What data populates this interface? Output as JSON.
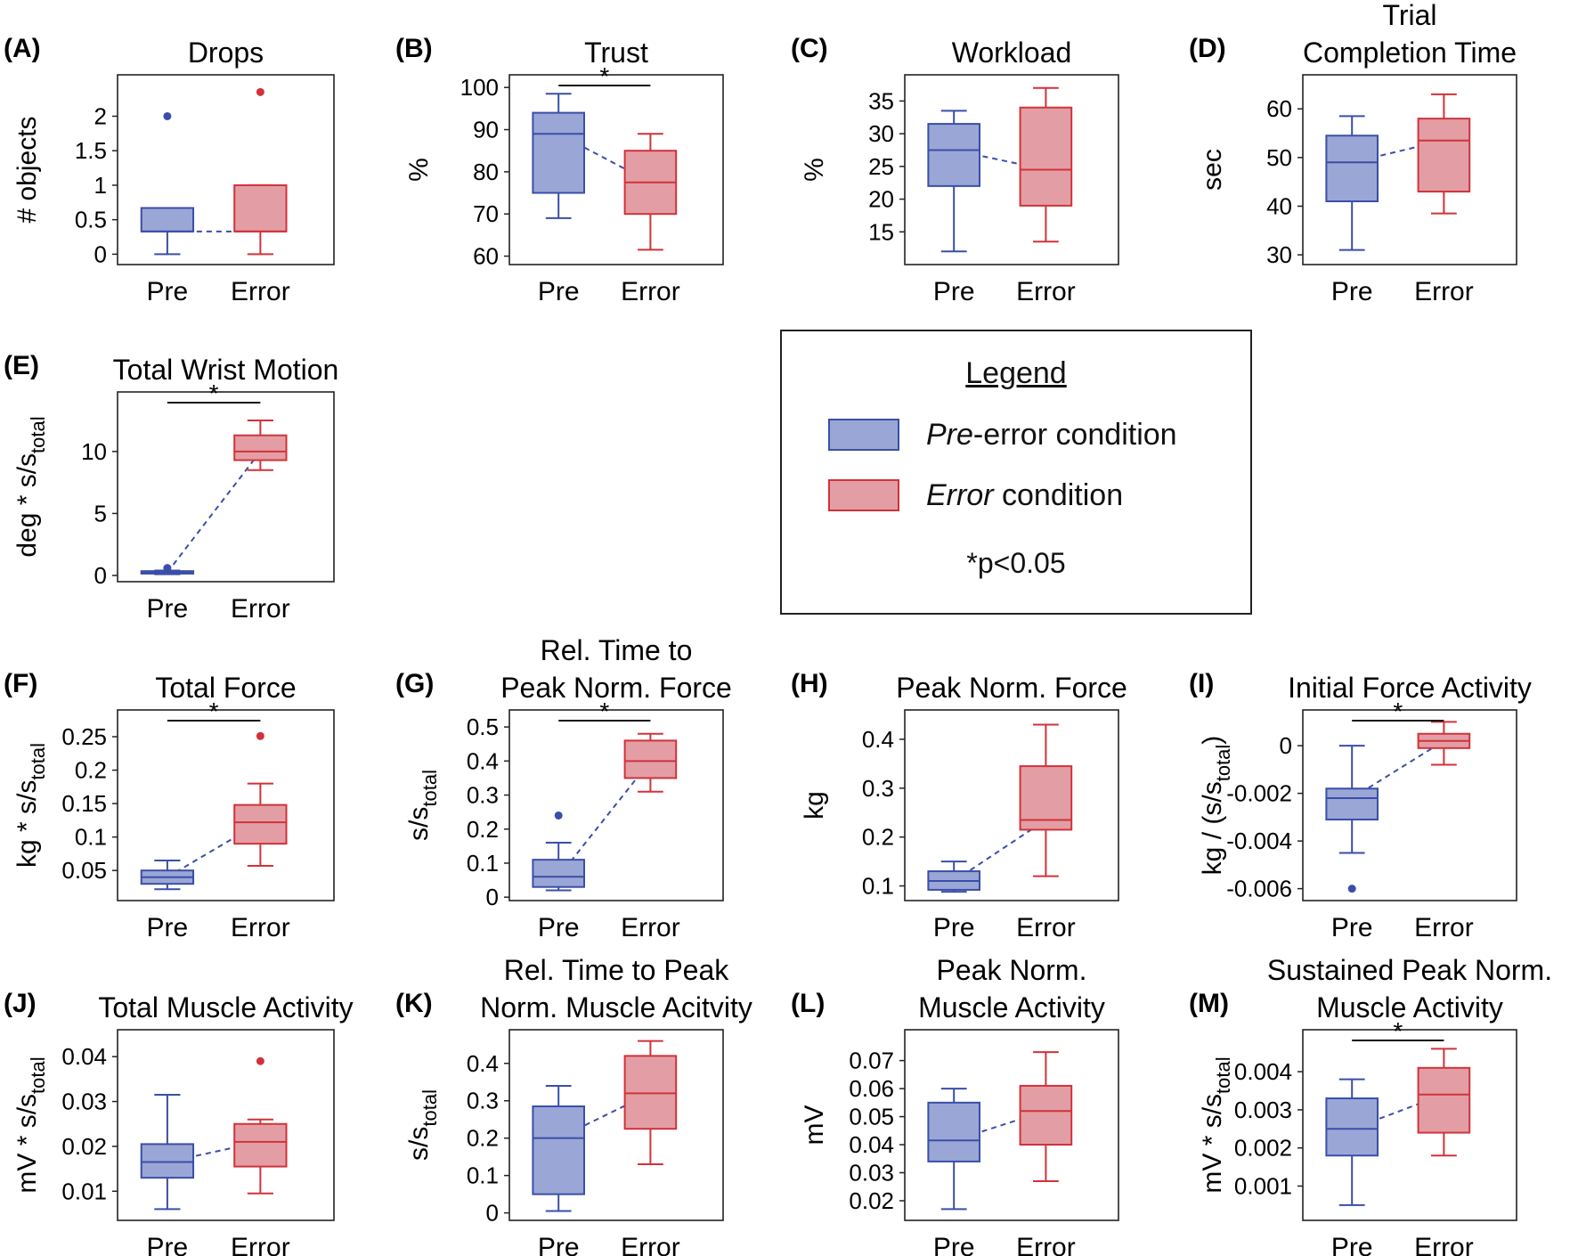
{
  "colors": {
    "pre_fill": "#9aa7d6",
    "pre_line": "#3a4ea8",
    "err_fill": "#e39ea5",
    "err_line": "#d1323a",
    "connector": "#3a4ea8"
  },
  "legend": {
    "title": "Legend",
    "pre_emph": "Pre",
    "pre_rest": "-error condition",
    "err_emph": "Error",
    "err_rest": " condition",
    "note": "*p<0.05"
  },
  "chart_data": [
    {
      "id": "A",
      "panel_label": "(A)",
      "type": "box",
      "title": [
        "Drops"
      ],
      "ylabel": "# objects",
      "ylim": [
        -0.15,
        2.6
      ],
      "yticks": [
        0,
        0.5,
        1,
        1.5,
        2
      ],
      "ytick_labels": [
        "0",
        "0.5",
        "1",
        "1.5",
        "2"
      ],
      "categories": [
        "Pre",
        "Error"
      ],
      "significant": false,
      "boxes": [
        {
          "name": "Pre",
          "whislo": 0,
          "q1": 0.33,
          "median": 0.33,
          "q3": 0.67,
          "whishi": 0.67,
          "outliers": [
            2
          ]
        },
        {
          "name": "Error",
          "whislo": 0,
          "q1": 0.33,
          "median": 0.33,
          "q3": 1.0,
          "whishi": 1.0,
          "outliers": [
            2.35
          ]
        }
      ]
    },
    {
      "id": "B",
      "panel_label": "(B)",
      "type": "box",
      "title": [
        "Trust"
      ],
      "ylabel": "%",
      "ylim": [
        58,
        103
      ],
      "yticks": [
        60,
        70,
        80,
        90,
        100
      ],
      "ytick_labels": [
        "60",
        "70",
        "80",
        "90",
        "100"
      ],
      "categories": [
        "Pre",
        "Error"
      ],
      "significant": true,
      "boxes": [
        {
          "name": "Pre",
          "whislo": 69,
          "q1": 75,
          "median": 89,
          "q3": 94,
          "whishi": 98.5,
          "outliers": []
        },
        {
          "name": "Error",
          "whislo": 61.5,
          "q1": 70,
          "median": 77.5,
          "q3": 85,
          "whishi": 89,
          "outliers": []
        }
      ]
    },
    {
      "id": "C",
      "panel_label": "(C)",
      "type": "box",
      "title": [
        "Workload"
      ],
      "ylabel": "%",
      "ylim": [
        10,
        39
      ],
      "yticks": [
        15,
        20,
        25,
        30,
        35
      ],
      "ytick_labels": [
        "15",
        "20",
        "25",
        "30",
        "35"
      ],
      "categories": [
        "Pre",
        "Error"
      ],
      "significant": false,
      "boxes": [
        {
          "name": "Pre",
          "whislo": 12,
          "q1": 22,
          "median": 27.5,
          "q3": 31.5,
          "whishi": 33.5,
          "outliers": []
        },
        {
          "name": "Error",
          "whislo": 13.5,
          "q1": 19,
          "median": 24.5,
          "q3": 34,
          "whishi": 37,
          "outliers": []
        }
      ]
    },
    {
      "id": "D",
      "panel_label": "(D)",
      "type": "box",
      "title": [
        "Trial",
        "Completion Time"
      ],
      "ylabel": "sec",
      "ylim": [
        28,
        67
      ],
      "yticks": [
        30,
        40,
        50,
        60
      ],
      "ytick_labels": [
        "30",
        "40",
        "50",
        "60"
      ],
      "categories": [
        "Pre",
        "Error"
      ],
      "significant": false,
      "boxes": [
        {
          "name": "Pre",
          "whislo": 31,
          "q1": 41,
          "median": 49,
          "q3": 54.5,
          "whishi": 58.5,
          "outliers": []
        },
        {
          "name": "Error",
          "whislo": 38.5,
          "q1": 43,
          "median": 53.5,
          "q3": 58,
          "whishi": 63,
          "outliers": []
        }
      ]
    },
    {
      "id": "E",
      "panel_label": "(E)",
      "type": "box",
      "title": [
        "Total Wrist Motion"
      ],
      "ylabel": "deg * s/s",
      "ylabel_sub": "total",
      "ylim": [
        -0.5,
        14.8
      ],
      "yticks": [
        0,
        5,
        10
      ],
      "ytick_labels": [
        "0",
        "5",
        "10"
      ],
      "categories": [
        "Pre",
        "Error"
      ],
      "significant": true,
      "boxes": [
        {
          "name": "Pre",
          "whislo": 0.1,
          "q1": 0.15,
          "median": 0.25,
          "q3": 0.35,
          "whishi": 0.4,
          "outliers": [
            0.6
          ]
        },
        {
          "name": "Error",
          "whislo": 8.5,
          "q1": 9.3,
          "median": 10,
          "q3": 11.3,
          "whishi": 12.5,
          "outliers": []
        }
      ]
    },
    {
      "id": "F",
      "panel_label": "(F)",
      "type": "box",
      "title": [
        "Total Force"
      ],
      "ylabel": "kg * s/s",
      "ylabel_sub": "total",
      "ylim": [
        0.005,
        0.29
      ],
      "yticks": [
        0.05,
        0.1,
        0.15,
        0.2,
        0.25
      ],
      "ytick_labels": [
        "0.05",
        "0.1",
        "0.15",
        "0.2",
        "0.25"
      ],
      "categories": [
        "Pre",
        "Error"
      ],
      "significant": true,
      "boxes": [
        {
          "name": "Pre",
          "whislo": 0.022,
          "q1": 0.03,
          "median": 0.04,
          "q3": 0.05,
          "whishi": 0.065,
          "outliers": []
        },
        {
          "name": "Error",
          "whislo": 0.057,
          "q1": 0.09,
          "median": 0.122,
          "q3": 0.148,
          "whishi": 0.18,
          "outliers": [
            0.251
          ]
        }
      ]
    },
    {
      "id": "G",
      "panel_label": "(G)",
      "type": "box",
      "title": [
        "Rel. Time to",
        "Peak Norm. Force"
      ],
      "ylabel": "s/s",
      "ylabel_sub": "total",
      "ylim": [
        -0.01,
        0.55
      ],
      "yticks": [
        0,
        0.1,
        0.2,
        0.3,
        0.4,
        0.5
      ],
      "ytick_labels": [
        "0",
        "0.1",
        "0.2",
        "0.3",
        "0.4",
        "0.5"
      ],
      "categories": [
        "Pre",
        "Error"
      ],
      "significant": true,
      "boxes": [
        {
          "name": "Pre",
          "whislo": 0.02,
          "q1": 0.03,
          "median": 0.06,
          "q3": 0.11,
          "whishi": 0.16,
          "outliers": [
            0.24
          ]
        },
        {
          "name": "Error",
          "whislo": 0.31,
          "q1": 0.35,
          "median": 0.4,
          "q3": 0.46,
          "whishi": 0.48,
          "outliers": []
        }
      ]
    },
    {
      "id": "H",
      "panel_label": "(H)",
      "type": "box",
      "title": [
        "Peak Norm. Force"
      ],
      "ylabel": "kg",
      "ylim": [
        0.07,
        0.46
      ],
      "yticks": [
        0.1,
        0.2,
        0.3,
        0.4
      ],
      "ytick_labels": [
        "0.1",
        "0.2",
        "0.3",
        "0.4"
      ],
      "categories": [
        "Pre",
        "Error"
      ],
      "significant": false,
      "boxes": [
        {
          "name": "Pre",
          "whislo": 0.088,
          "q1": 0.092,
          "median": 0.11,
          "q3": 0.13,
          "whishi": 0.15,
          "outliers": []
        },
        {
          "name": "Error",
          "whislo": 0.12,
          "q1": 0.215,
          "median": 0.235,
          "q3": 0.345,
          "whishi": 0.43,
          "outliers": []
        }
      ]
    },
    {
      "id": "I",
      "panel_label": "(I)",
      "type": "box",
      "title": [
        "Initial Force Activity"
      ],
      "ylabel": "kg /  (s/s",
      "ylabel_sub": "total",
      "ylabel_end": ")",
      "ylim": [
        -0.0065,
        0.0015
      ],
      "yticks": [
        -0.006,
        -0.004,
        -0.002,
        0
      ],
      "ytick_labels": [
        "-0.006",
        "-0.004",
        "-0.002",
        "0"
      ],
      "categories": [
        "Pre",
        "Error"
      ],
      "significant": true,
      "boxes": [
        {
          "name": "Pre",
          "whislo": -0.0045,
          "q1": -0.0031,
          "median": -0.0022,
          "q3": -0.0018,
          "whishi": 0.0,
          "outliers": [
            -0.006
          ]
        },
        {
          "name": "Error",
          "whislo": -0.0008,
          "q1": -0.0001,
          "median": 0.0002,
          "q3": 0.0005,
          "whishi": 0.001,
          "outliers": []
        }
      ]
    },
    {
      "id": "J",
      "panel_label": "(J)",
      "type": "box",
      "title": [
        "Total Muscle Activity"
      ],
      "ylabel": "mV * s/s",
      "ylabel_sub": "total",
      "ylim": [
        0.0035,
        0.046
      ],
      "yticks": [
        0.01,
        0.02,
        0.03,
        0.04
      ],
      "ytick_labels": [
        "0.01",
        "0.02",
        "0.03",
        "0.04"
      ],
      "categories": [
        "Pre",
        "Error"
      ],
      "significant": false,
      "boxes": [
        {
          "name": "Pre",
          "whislo": 0.006,
          "q1": 0.013,
          "median": 0.0165,
          "q3": 0.0205,
          "whishi": 0.0315,
          "outliers": []
        },
        {
          "name": "Error",
          "whislo": 0.0095,
          "q1": 0.0155,
          "median": 0.021,
          "q3": 0.025,
          "whishi": 0.026,
          "outliers": [
            0.039
          ]
        }
      ]
    },
    {
      "id": "K",
      "panel_label": "(K)",
      "type": "box",
      "title": [
        "Rel. Time to Peak",
        "Norm. Muscle Acitvity"
      ],
      "ylabel": "s/s",
      "ylabel_sub": "total",
      "ylim": [
        -0.02,
        0.49
      ],
      "yticks": [
        0,
        0.1,
        0.2,
        0.3,
        0.4
      ],
      "ytick_labels": [
        "0",
        "0.1",
        "0.2",
        "0.3",
        "0.4"
      ],
      "categories": [
        "Pre",
        "Error"
      ],
      "significant": false,
      "boxes": [
        {
          "name": "Pre",
          "whislo": 0.005,
          "q1": 0.05,
          "median": 0.2,
          "q3": 0.285,
          "whishi": 0.34,
          "outliers": []
        },
        {
          "name": "Error",
          "whislo": 0.13,
          "q1": 0.225,
          "median": 0.32,
          "q3": 0.42,
          "whishi": 0.46,
          "outliers": []
        }
      ]
    },
    {
      "id": "L",
      "panel_label": "(L)",
      "type": "box",
      "title": [
        "Peak Norm.",
        "Muscle Activity"
      ],
      "ylabel": "mV",
      "ylim": [
        0.013,
        0.081
      ],
      "yticks": [
        0.02,
        0.03,
        0.04,
        0.05,
        0.06,
        0.07
      ],
      "ytick_labels": [
        "0.02",
        "0.03",
        "0.04",
        "0.05",
        "0.06",
        "0.07"
      ],
      "categories": [
        "Pre",
        "Error"
      ],
      "significant": false,
      "boxes": [
        {
          "name": "Pre",
          "whislo": 0.017,
          "q1": 0.034,
          "median": 0.0415,
          "q3": 0.055,
          "whishi": 0.06,
          "outliers": []
        },
        {
          "name": "Error",
          "whislo": 0.027,
          "q1": 0.04,
          "median": 0.052,
          "q3": 0.061,
          "whishi": 0.073,
          "outliers": []
        }
      ]
    },
    {
      "id": "M",
      "panel_label": "(M)",
      "type": "box",
      "title": [
        "Sustained Peak Norm.",
        "Muscle Activity"
      ],
      "ylabel": "mV * s/s",
      "ylabel_sub": "total",
      "ylim": [
        0.0001,
        0.0051
      ],
      "yticks": [
        0.001,
        0.002,
        0.003,
        0.004
      ],
      "ytick_labels": [
        "0.001",
        "0.002",
        "0.003",
        "0.004"
      ],
      "categories": [
        "Pre",
        "Error"
      ],
      "significant": true,
      "boxes": [
        {
          "name": "Pre",
          "whislo": 0.0005,
          "q1": 0.0018,
          "median": 0.0025,
          "q3": 0.0033,
          "whishi": 0.0038,
          "outliers": []
        },
        {
          "name": "Error",
          "whislo": 0.0018,
          "q1": 0.0024,
          "median": 0.0034,
          "q3": 0.0041,
          "whishi": 0.0046,
          "outliers": []
        }
      ]
    }
  ]
}
